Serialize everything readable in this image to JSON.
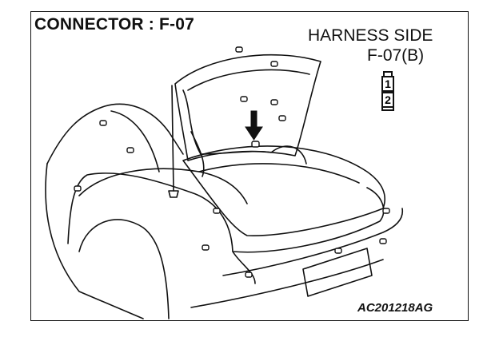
{
  "title": "CONNECTOR : F-07",
  "harness": {
    "side_label": "HARNESS SIDE",
    "connector_code": "F-07(B)"
  },
  "pins": [
    "1",
    "2"
  ],
  "figure_code": "AC201218AG",
  "colors": {
    "line": "#111111",
    "background": "#ffffff"
  },
  "icons": [
    "connector-pin-icon",
    "arrow-down-icon",
    "antenna-icon"
  ]
}
